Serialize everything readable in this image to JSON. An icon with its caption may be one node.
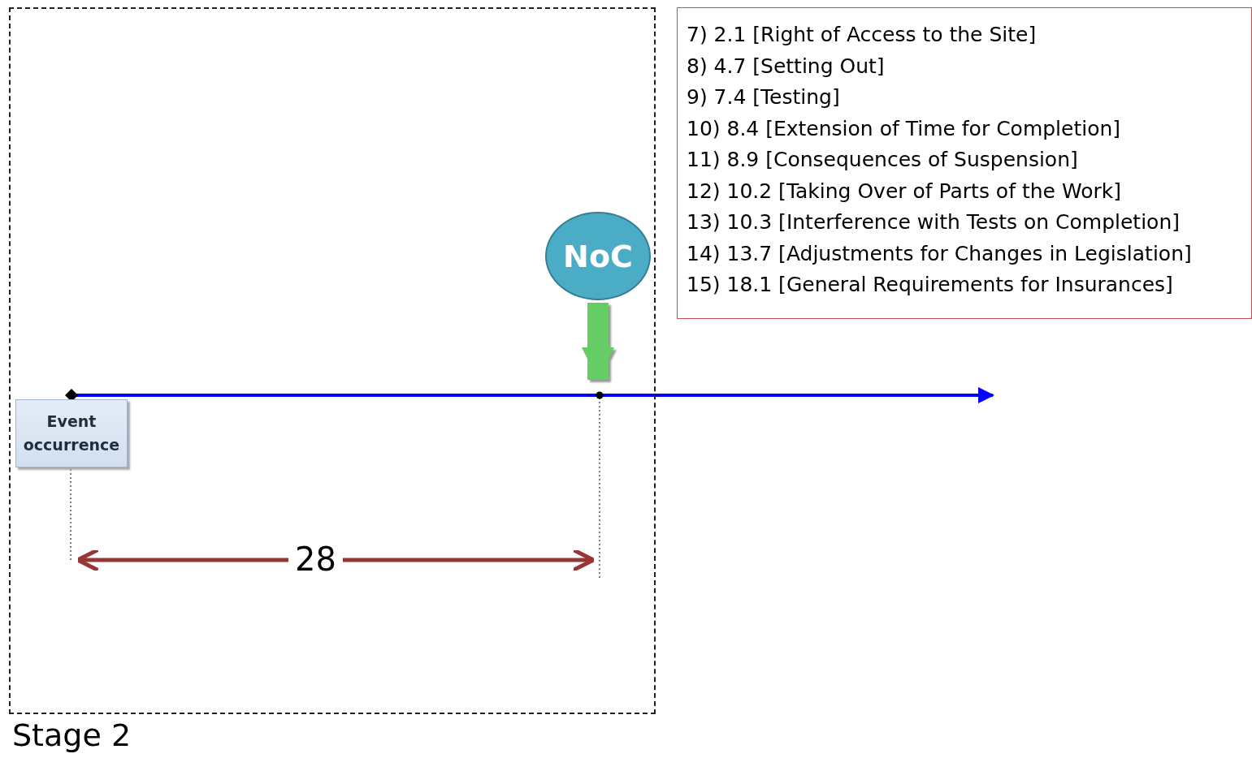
{
  "diagram": {
    "nodes": [
      {
        "text": [
          "Stage 2"
        ]
      },
      {
        "text": [
          "Event occurrence"
        ],
        "in": 0
      },
      {
        "text": [
          "NoC"
        ],
        "in": 0
      },
      {
        "text": [
          "7) 2.1 [Right of Access to the Site]",
          "8) 4.7 [Setting Out]",
          "9) 7.4 [Testing]",
          "10) 8.4 [Extension of Time for Completion]",
          "11) 8.9 [Consequences of Suspension]",
          "12) 10.2 [Taking Over of Parts of the Work]",
          "13) 10.3 [Interference with Tests on Completion]",
          "14) 13.7 [Adjustments for Changes in Legislation]",
          "15) 18.1 [General Requirements for Insurances]"
        ]
      }
    ],
    "edges": [
      {
        "from": 1,
        "to": null,
        "arrow": "to",
        "color": "#0000ff"
      },
      {
        "from": 2,
        "to": null,
        "arrow": "to",
        "style": "thick",
        "color": "#66cc66"
      }
    ],
    "labels": [
      "28"
    ]
  }
}
